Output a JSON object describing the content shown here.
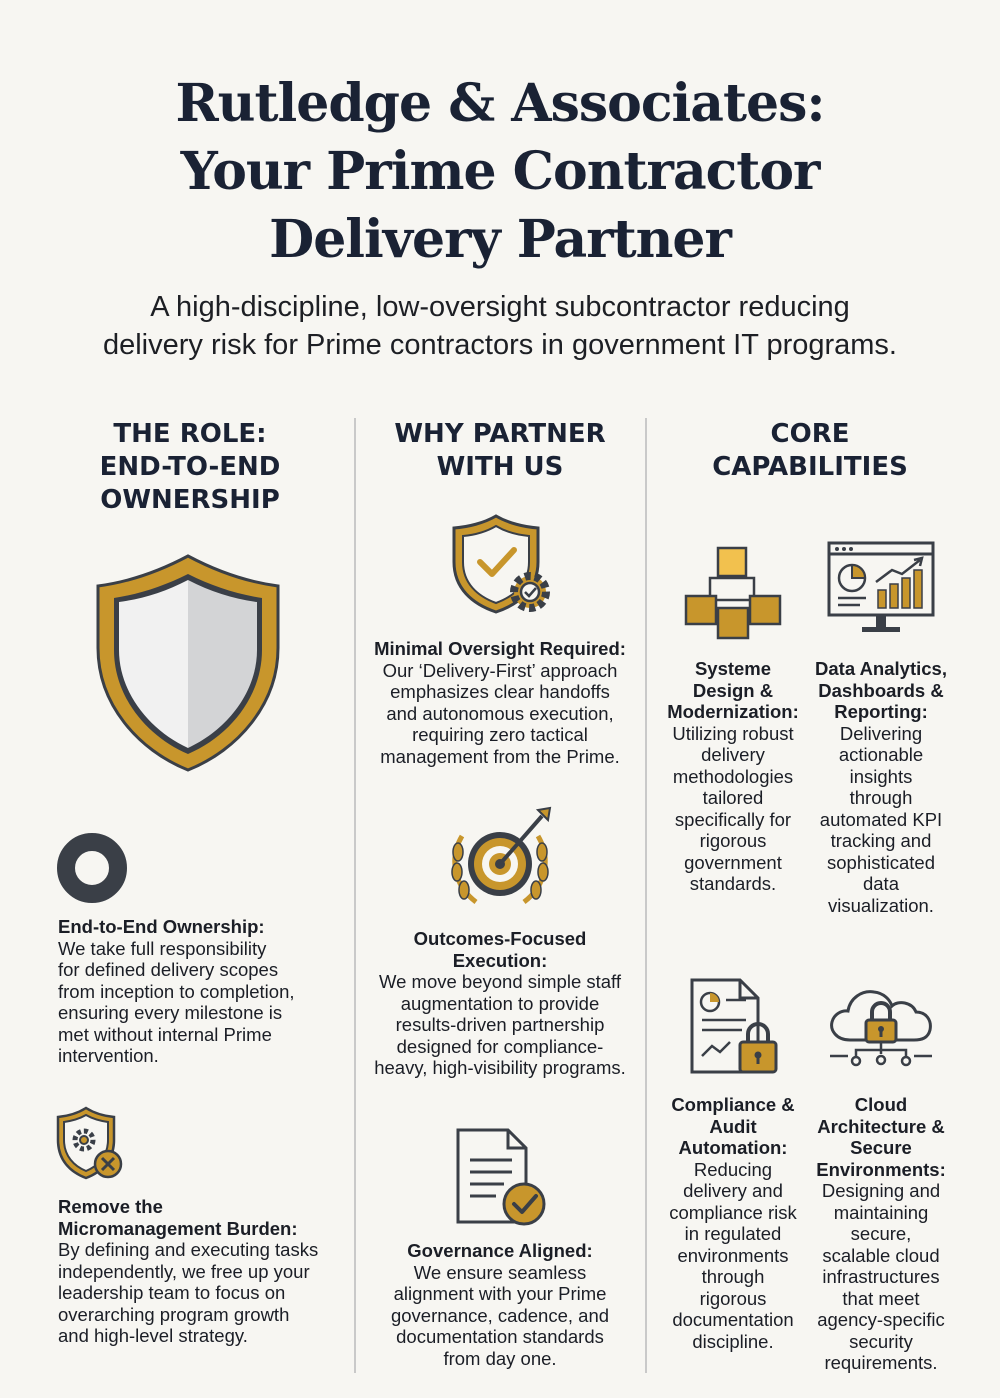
{
  "header": {
    "title_lines": [
      "Rutledge & Associates:",
      "Your Prime Contractor",
      "Delivery Partner"
    ],
    "subtitle_lines": [
      "A high-discipline, low-oversight subcontractor reducing",
      "delivery risk for Prime contractors in government IT programs."
    ]
  },
  "colors": {
    "gold": "#c8962c",
    "navy": "#1a2234",
    "dark": "#3a3f47",
    "divider": "#c9c9c9"
  },
  "role": {
    "heading_lines": [
      "THE ROLE:",
      "END-TO-END",
      "OWNERSHIP"
    ],
    "icons": [
      "shield-icon",
      "ring-icon",
      "shield-gear-cancel-icon"
    ],
    "ownership": {
      "title": "End-to-End Ownership:",
      "lines": [
        "We take full responsibility",
        "for defined delivery scopes",
        "from inception to completion,",
        "ensuring every milestone is",
        "met without internal Prime",
        "intervention."
      ]
    },
    "micromanagement": {
      "title_lines": [
        "Remove the",
        "Micromanagement Burden:"
      ],
      "lines": [
        "By defining and executing tasks",
        "independently, we free up your",
        "leadership team to focus on",
        "overarching program growth",
        "and high-level strategy."
      ]
    }
  },
  "why": {
    "heading_lines": [
      "WHY PARTNER",
      "WITH US"
    ],
    "icons": [
      "shield-check-gear-icon",
      "target-arrow-laurel-icon",
      "document-check-icon"
    ],
    "oversight": {
      "title": "Minimal Oversight Required:",
      "lines": [
        "Our ‘Delivery-First’ approach",
        "emphasizes clear handoffs",
        "and autonomous execution,",
        "requiring zero tactical",
        "management from the Prime."
      ]
    },
    "outcomes": {
      "title_lines": [
        "Outcomes-Focused",
        "Execution:"
      ],
      "lines": [
        "We move beyond simple staff",
        "augmentation to provide",
        "results-driven partnership",
        "designed for compliance-",
        "heavy, high-visibility programs."
      ]
    },
    "governance": {
      "title": "Governance Aligned:",
      "lines": [
        "We ensure seamless",
        "alignment with your Prime",
        "governance, cadence, and",
        "documentation standards",
        "from day one."
      ]
    }
  },
  "capabilities": {
    "heading_lines": [
      "CORE",
      "CAPABILITIES"
    ],
    "icons": [
      "cubes-icon",
      "analytics-dashboard-icon",
      "document-lock-icon",
      "cloud-lock-icon"
    ],
    "design": {
      "title_lines": [
        "Systeme",
        "Design &",
        "Modernization:"
      ],
      "lines": [
        "Utilizing robust",
        "delivery",
        "methodologies",
        "tailored",
        "specifically for",
        "rigorous",
        "government",
        "standards."
      ]
    },
    "analytics": {
      "title_lines": [
        "Data Analytics,",
        "Dashboards &",
        "Reporting:"
      ],
      "lines": [
        "Delivering",
        "actionable",
        "insights",
        "through",
        "automated KPI",
        "tracking and",
        "sophisticated",
        "data",
        "visualization."
      ]
    },
    "compliance": {
      "title_lines": [
        "Compliance &",
        "Audit",
        "Automation:"
      ],
      "lines": [
        "Reducing",
        "delivery and",
        "compliance risk",
        "in regulated",
        "environments",
        "through",
        "rigorous",
        "documentation",
        "discipline."
      ]
    },
    "cloud": {
      "title_lines": [
        "Cloud",
        "Architecture &",
        "Secure",
        "Environments:"
      ],
      "lines": [
        "Designing and",
        "maintaining",
        "secure,",
        "scalable cloud",
        "infrastructures",
        "that meet",
        "agency-specific",
        "security",
        "requirements."
      ]
    }
  }
}
